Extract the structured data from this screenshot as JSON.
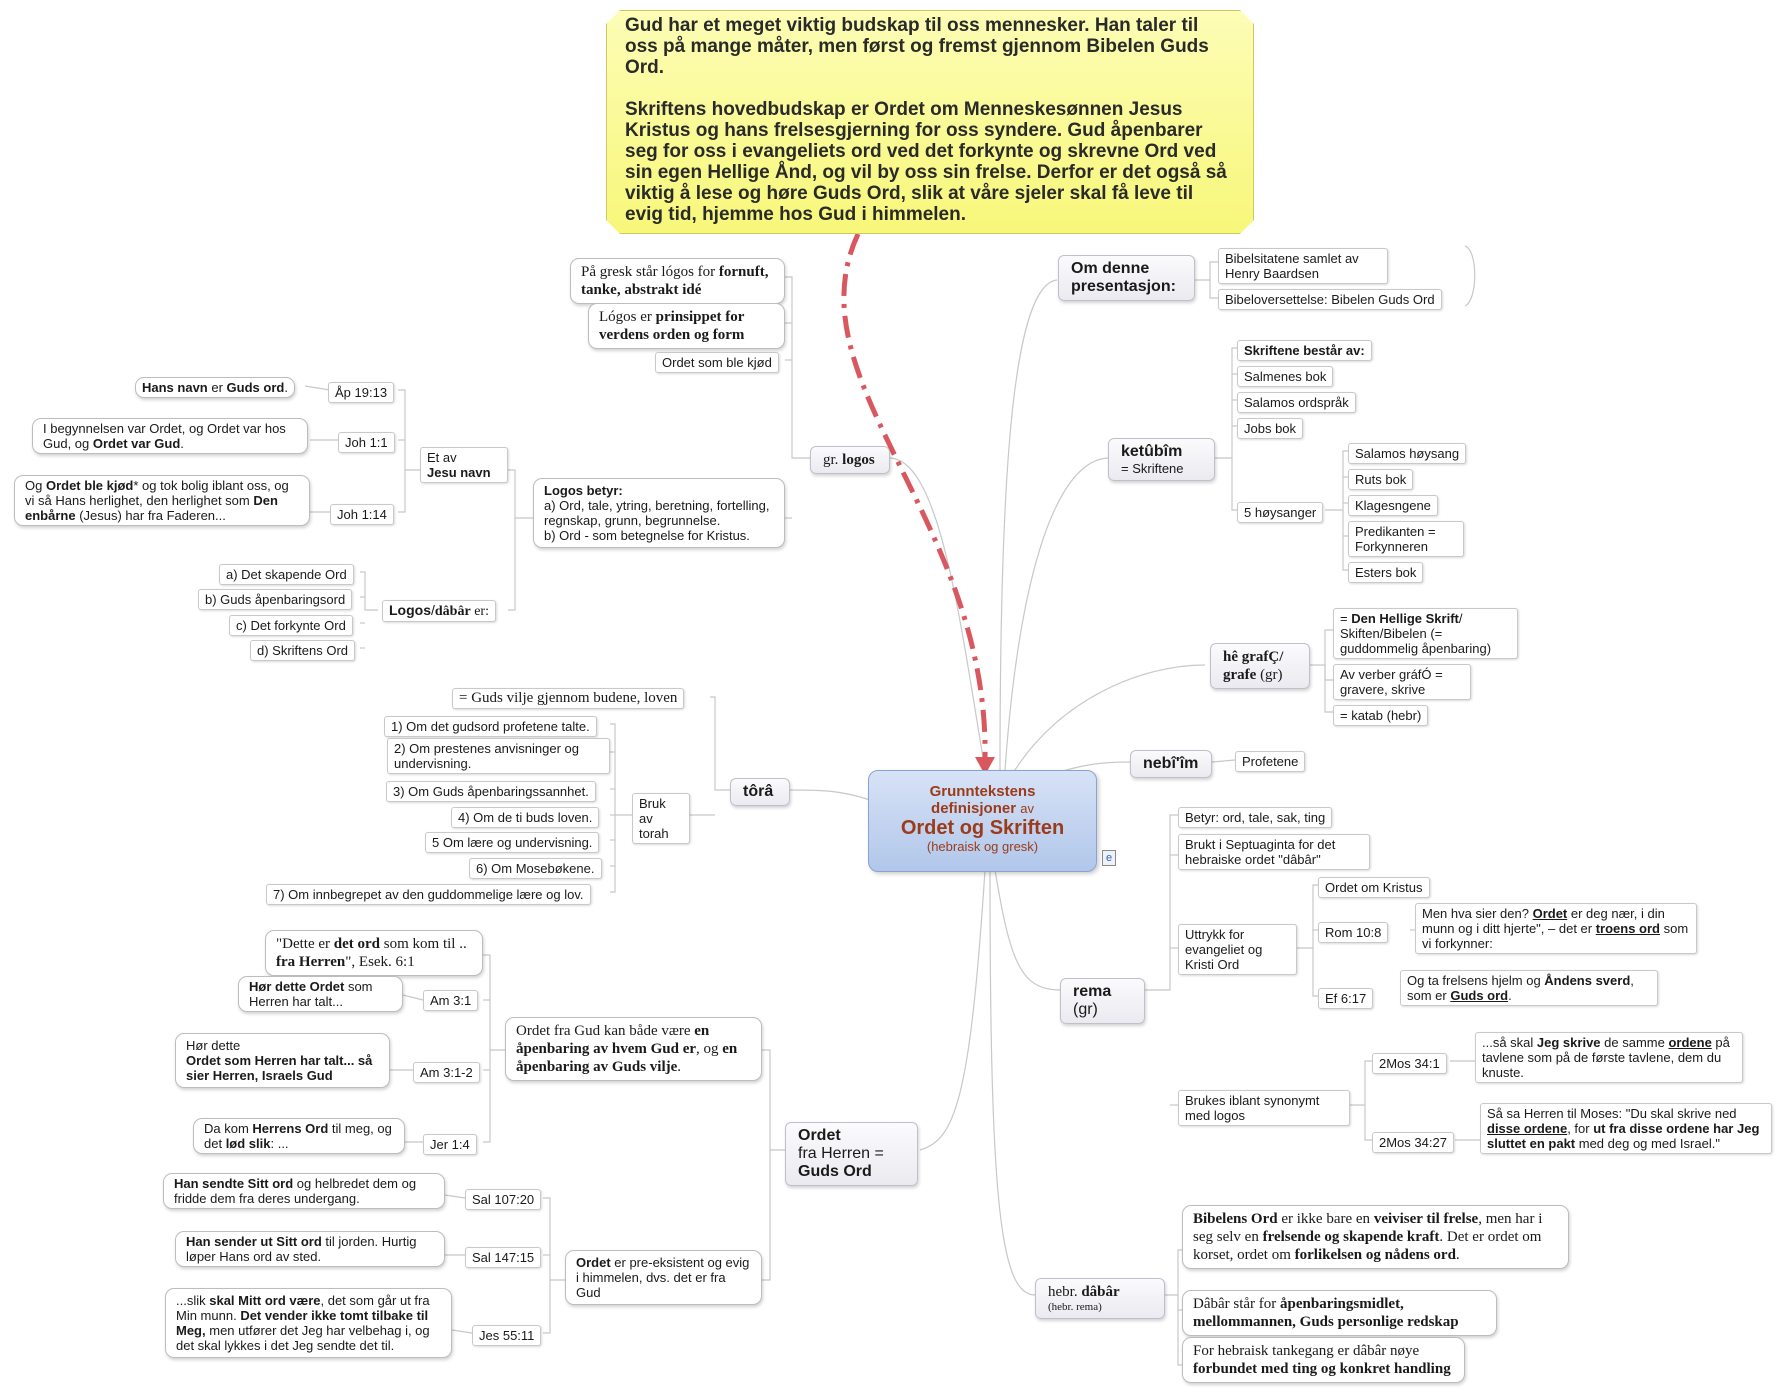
{
  "callout": {
    "para1": "Gud har et meget viktig budskap til oss mennesker. Han taler til oss på mange måter, men først og fremst gjennom Bibelen Guds Ord.",
    "para2": "Skriftens hovedbudskap er Ordet om Menneskesønnen Jesus Kristus og hans frelsesgjerning for oss syndere. Gud åpenbarer seg for oss i evangeliets ord ved det forkynte og skrevne Ord ved sin egen Hellige Ånd, og vil by oss sin frelse. Derfor er det også så viktig å lese og høre Guds Ord, slik at våre sjeler skal få leve til evig tid, hjemme hos Gud i himmelen."
  },
  "center": {
    "line1": "Grunntekstens",
    "line2a": "definisjoner",
    "line2b": "av",
    "line3": "Ordet og Skriften",
    "line4": "(hebraisk og gresk)"
  },
  "om": {
    "title": "Om denne presentasjon:",
    "items": [
      "Bibelsitatene samlet av Henry Baardsen",
      "Bibeloversettelse: Bibelen Guds Ord"
    ]
  },
  "ketubim": {
    "title": "ketûbîm",
    "subtitle": "= Skriftene",
    "items": [
      "Skriftene består av:",
      "Salmenes bok",
      "Salamos ordspråk",
      "Jobs bok"
    ],
    "hoysanger": "5 høysanger",
    "hoysanger_items": [
      "Salamos høysang",
      "Ruts bok",
      "Klagesngene",
      "Predikanten = Forkynneren",
      "Esters bok"
    ]
  },
  "grafe": {
    "title": "hê grafÇ/",
    "title2": "grafe",
    "title2b": "(gr)",
    "item1a": "= ",
    "item1b": "Den Hellige Skrift",
    "item1c": "/ Skiften/Bibelen (= guddommelig åpenbaring)",
    "item2": "Av verber gráfÓ = gravere, skrive",
    "item3": "= katab (hebr)"
  },
  "nebiim": {
    "title": "nebî'îm",
    "item": "Profetene"
  },
  "rema": {
    "title": "rema",
    "title_gr": "(gr)",
    "item1": "Betyr: ord, tale, sak, ting",
    "item2": "Brukt i Septuaginta for det hebraiske ordet \"dâbâr\"",
    "uttrykk": "Uttrykk for evangeliet og Kristi Ord",
    "ordet_om_kristus": "Ordet om Kristus",
    "rom": "Rom 10:8",
    "rom_text_a": "Men hva sier den? ",
    "rom_text_b": "Ordet",
    "rom_text_c": " er deg nær, i din munn og i ditt hjerte\", – det er ",
    "rom_text_d": "troens ord",
    "rom_text_e": " som vi forkynner:",
    "ef": "Ef 6:17",
    "ef_text_a": "Og ta frelsens hjelm og ",
    "ef_text_b": "Åndens sverd",
    "ef_text_c": ", som er ",
    "ef_text_d": "Guds ord",
    "ef_text_e": ".",
    "synonym": "Brukes iblant synonymt med logos",
    "mos341": "2Mos 34:1",
    "mos341_a": "...så skal ",
    "mos341_b": "Jeg skrive",
    "mos341_c": " de samme ",
    "mos341_d": "ordene",
    "mos341_e": " på tavlene som på de første tavlene, dem du knuste.",
    "mos3427": "2Mos 34:27",
    "mos3427_a": "Så sa Herren til Moses: \"Du skal skrive ned ",
    "mos3427_b": "disse ordene",
    "mos3427_c": ", for ",
    "mos3427_d": "ut fra disse ordene har Jeg sluttet en pakt",
    "mos3427_e": " med deg og med Israel.\""
  },
  "dabar": {
    "title_a": "hebr. ",
    "title_b": "dâbâr",
    "subtitle": "(hebr. rema)",
    "item1_a": "Bibelens Ord",
    "item1_b": " er ikke bare en ",
    "item1_c": "veiviser til frelse",
    "item1_d": ", men har i seg selv en ",
    "item1_e": "frelsende og skapende kraft",
    "item1_f": ". Det er ordet om korset, ordet om ",
    "item1_g": "forlikelsen og nådens ord",
    "item1_h": ".",
    "item2_a": "Dâbâr står for ",
    "item2_b": "åpenbaringsmidlet, mellommannen, Guds personlige redskap",
    "item3_a": "For hebraisk tankegang er dâbâr nøye ",
    "item3_b": "forbundet med ting og konkret handling"
  },
  "logos": {
    "title_a": "gr. ",
    "title_b": "logos",
    "item1_a": "På gresk står lógos for ",
    "item1_b": "fornuft, tanke, abstrakt idé",
    "item2_a": "Lógos er ",
    "item2_b": "prinsippet for verdens orden og form",
    "item3": "Ordet som ble kjød",
    "betyr_a": "Logos betyr:",
    "betyr_b": "a) Ord, tale, ytring, beretning, fortelling, regnskap, grunn, begrunnelse.",
    "betyr_c": "b) Ord - som betegnelse for Kristus.",
    "etav_a": "Et av",
    "etav_b": "Jesu navn",
    "ap": "Åp 19:13",
    "ap_a": "Hans navn",
    "ap_b": " er ",
    "ap_c": "Guds ord",
    "ap_d": ".",
    "joh11": "Joh 1:1",
    "joh11_a": "I begynnelsen var Ordet, og Ordet var hos Gud, og ",
    "joh11_b": "Ordet var Gud",
    "joh11_c": ".",
    "joh114": "Joh 1:14",
    "joh114_a": "Og ",
    "joh114_b": "Ordet ble kjød",
    "joh114_c": "* og tok bolig iblant oss, og vi så Hans herlighet, den herlighet som ",
    "joh114_d": "Den enbårne",
    "joh114_e": " (Jesus) har fra Faderen...",
    "dabar_er_a": "Logos",
    "dabar_er_b": "/",
    "dabar_er_c": "dâbâr",
    "dabar_er_d": " er:",
    "dabar_items": [
      "a) Det skapende Ord",
      "b) Guds åpenbaringsord",
      "c) Det forkynte Ord",
      "d) Skriftens Ord"
    ]
  },
  "tora": {
    "title": "tôrâ",
    "item1": "= Guds vilje gjennom budene, loven",
    "bruk": "Bruk av torah",
    "bruk_items": [
      "1) Om det gudsord profetene talte.",
      "2) Om prestenes anvisninger og undervisning.",
      "3) Om Guds åpenbaringssannhet.",
      "4) Om de ti buds loven.",
      "5 Om lære og undervisning.",
      "6) Om Mosebøkene.",
      "7) Om innbegrepet av den guddommelige lære og lov."
    ]
  },
  "ordet": {
    "title_a": "Ordet",
    "title_b": "fra Herren =",
    "title_c": "Guds Ord",
    "kan_a": "Ordet fra Gud kan både være ",
    "kan_b": "en åpenbaring av hvem Gud er",
    "kan_c": ", og ",
    "kan_d": "en åpenbaring av Guds vilje",
    "kan_e": ".",
    "esek_a": "\"Dette er ",
    "esek_b": "det ord",
    "esek_c": " som kom til .. ",
    "esek_d": "fra Herren",
    "esek_e": "\", Esek. 6:1",
    "am31": "Am 3:1",
    "am31_a": "Hør dette Ordet",
    "am31_b": " som Herren har talt...",
    "am312": "Am 3:1-2",
    "am312_a": "Hør dette",
    "am312_b": "Ordet som Herren har talt... så sier Herren, Israels Gud",
    "jer": "Jer 1:4",
    "jer_a": "Da kom ",
    "jer_b": "Herrens Ord",
    "jer_c": " til meg, og det ",
    "jer_d": "lød slik",
    "jer_e": ": ...",
    "pre_a": "Ordet",
    "pre_b": " er pre-eksistent og evig i himmelen, dvs. det er fra Gud",
    "sal10720": "Sal 107:20",
    "sal10720_a": "Han sendte Sitt ord",
    "sal10720_b": " og helbredet dem og fridde dem fra deres undergang.",
    "sal14715": "Sal 147:15",
    "sal14715_a": "Han sender ut Sitt ord",
    "sal14715_b": " til jorden. Hurtig løper Hans ord av sted.",
    "jes": "Jes 55:11",
    "jes_a": "...slik ",
    "jes_b": "skal Mitt ord være",
    "jes_c": ", det som går ut fra Min munn. ",
    "jes_d": "Det vender ikke tomt tilbake til Meg,",
    "jes_e": " men utfører det Jeg har velbehag i, og det skal lykkes i det Jeg sendte det til."
  },
  "colors": {
    "arrow": "#d9575f",
    "center_text": "#9a3c1b",
    "callout": "#fafa9a",
    "center_fill": "#c4d4f0",
    "line": "#c8c8c8"
  }
}
